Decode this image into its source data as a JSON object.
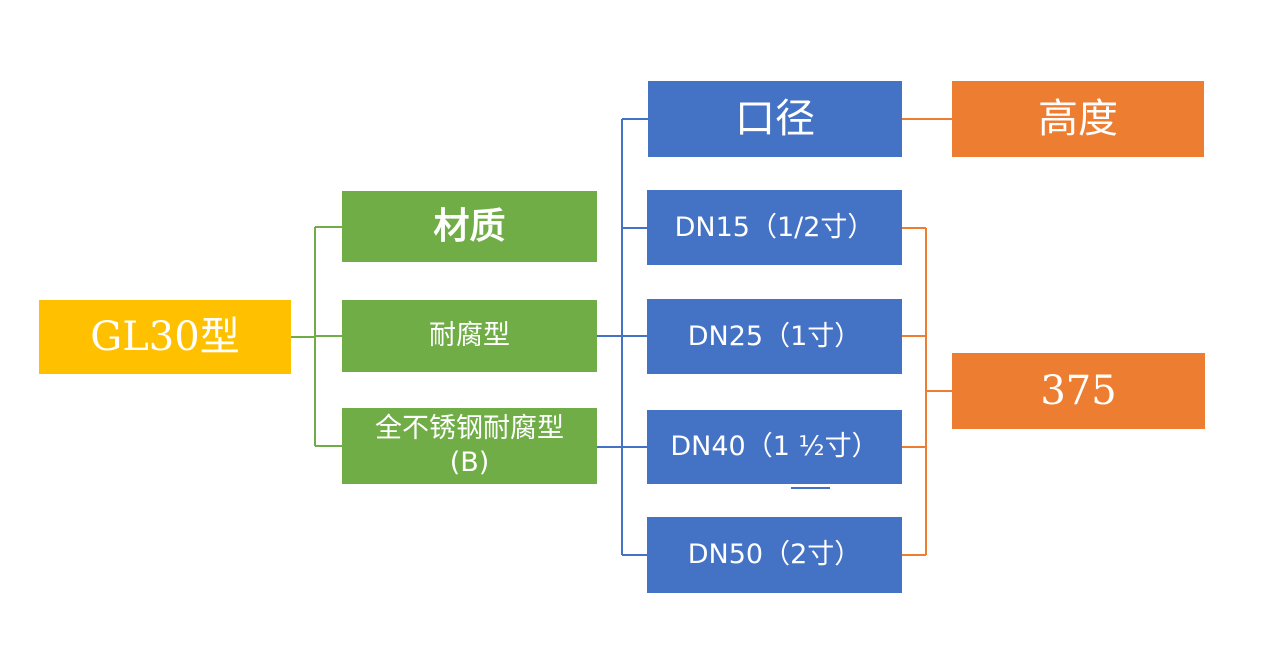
{
  "diagram": {
    "root": {
      "label": "GL30型"
    },
    "material": {
      "header": "材质",
      "items": [
        {
          "label": "耐腐型"
        },
        {
          "label_line1": "全不锈钢耐腐型",
          "label_line2": "(B)"
        }
      ]
    },
    "caliber": {
      "header": "口径",
      "items": [
        {
          "label": "DN15（1/2寸）"
        },
        {
          "label": "DN25（1寸）"
        },
        {
          "label": "DN40（1 ½寸）"
        },
        {
          "label": "DN50（2寸）"
        }
      ]
    },
    "height": {
      "header": "高度",
      "value": "375"
    },
    "colors": {
      "root_fill": "#FFC000",
      "material_fill": "#70AD47",
      "caliber_fill": "#4472C4",
      "height_fill": "#ED7D31",
      "text": "#FFFFFF",
      "connector_green": "#70AD47",
      "connector_blue": "#4472C4",
      "connector_orange": "#ED7D31"
    }
  }
}
